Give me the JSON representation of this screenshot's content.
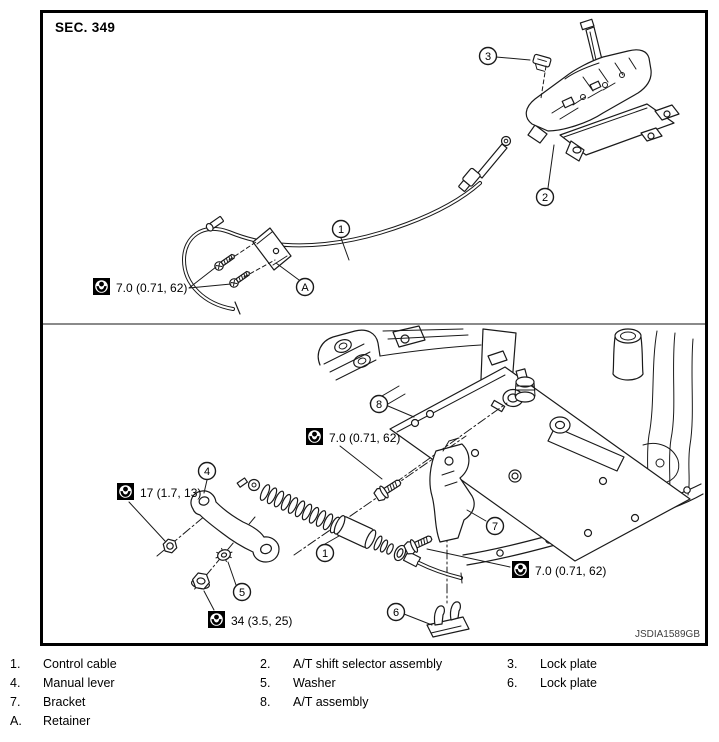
{
  "frame": {
    "section_label": "SEC. 349",
    "figure_code": "JSDIA1589GB"
  },
  "torque": {
    "retainer_screws": "7.0 (0.71, 62)",
    "plate_bolt": "7.0 (0.71, 62)",
    "lever_nut": "17 (1.7, 13)",
    "cable_nut": "34 (3.5, 25)",
    "bracket_bolt": "7.0 (0.71, 62)"
  },
  "callouts": {
    "top_cable": "1",
    "selector": "2",
    "lock_plate_top": "3",
    "retainer": "A",
    "at_assembly": "8",
    "manual_lever": "4",
    "bottom_cable": "1",
    "washer": "5",
    "bracket": "7",
    "lock_plate_bottom": "6"
  },
  "legend": {
    "items": [
      {
        "key": "1.",
        "label": "Control cable"
      },
      {
        "key": "2.",
        "label": "A/T shift selector assembly"
      },
      {
        "key": "3.",
        "label": "Lock plate"
      },
      {
        "key": "4.",
        "label": "Manual lever"
      },
      {
        "key": "5.",
        "label": "Washer"
      },
      {
        "key": "6.",
        "label": "Lock plate"
      },
      {
        "key": "7.",
        "label": "Bracket"
      },
      {
        "key": "8.",
        "label": "A/T assembly"
      },
      {
        "key": "A.",
        "label": "Retainer"
      }
    ]
  },
  "colors": {
    "line": "#1a1a1a",
    "divider": "#8a8a8a",
    "background": "#ffffff"
  }
}
